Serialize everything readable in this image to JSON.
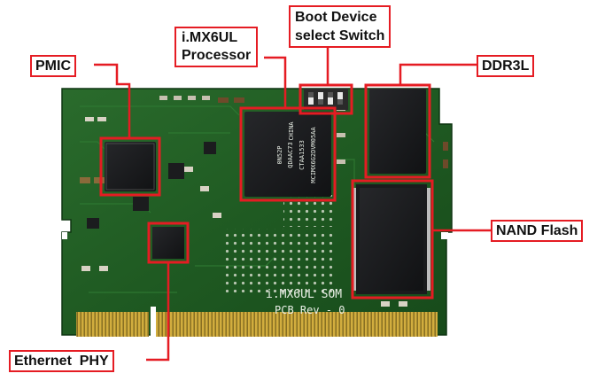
{
  "colors": {
    "callout": "#e51c23",
    "pcb": "#1f5a22",
    "pcb_dark": "#123d16",
    "chip": "#191a1c",
    "gold": "#c9a53a",
    "silkscreen": "#e9efe6"
  },
  "labels": {
    "pmic": "PMIC",
    "processor_line1": "i.MX6UL",
    "processor_line2": "Processor",
    "boot_line1": "Boot Device",
    "boot_line2": "select Switch",
    "ddr": "DDR3L",
    "nand": "NAND Flash",
    "ethernet": "Ethernet  PHY"
  },
  "board_text": {
    "som_name": "i.MX6UL  SOM",
    "pcb_rev": "PCB Rev - 0",
    "cpu_marking_1": "MCIMX6G2DVM05AA",
    "cpu_marking_2": "CTAA1533",
    "cpu_marking_3": "QDAAC73",
    "cpu_marking_4": "0N52P",
    "cpu_marking_5": "CHINA"
  }
}
